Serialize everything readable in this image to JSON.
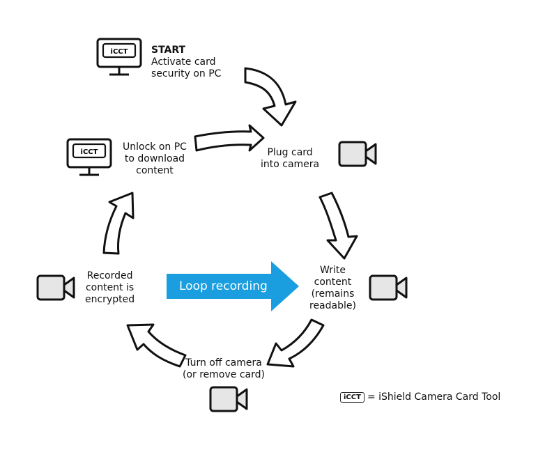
{
  "start": {
    "title": "START",
    "lines": [
      "Activate card",
      "security on PC"
    ],
    "badge": "iCCT"
  },
  "steps": {
    "plug": [
      "Plug card",
      "into camera"
    ],
    "write": [
      "Write",
      "content",
      "(remains",
      "readable)"
    ],
    "turn_off": [
      "Turn off camera",
      "(or remove card)"
    ],
    "recorded": [
      "Recorded",
      "content is",
      "encrypted"
    ],
    "unlock": [
      "Unlock on PC",
      "to download",
      "content"
    ]
  },
  "monitor_badge": "iCCT",
  "loop_label": "Loop recording",
  "legend": {
    "badge": "iCCT",
    "text": "= iShield Camera Card Tool"
  },
  "colors": {
    "loop_arrow": "#1a9ee0",
    "stroke": "#111111",
    "icon_fill": "#e6e6e6"
  }
}
